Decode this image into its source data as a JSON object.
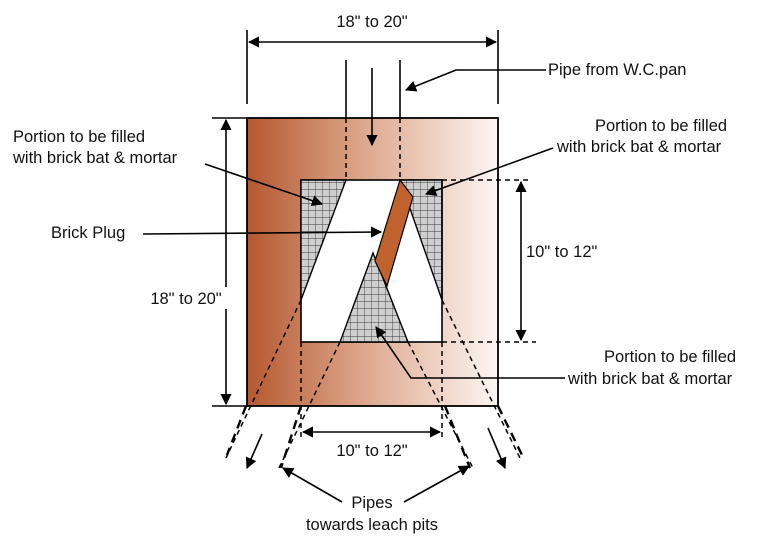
{
  "labels": {
    "top_dim": "18\" to 20\"",
    "pipe_from": "Pipe from W.C.pan",
    "left_fill_1": "Portion to be filled",
    "left_fill_2": "with brick bat & mortar",
    "right_fill_1": "Portion to be filled",
    "right_fill_2": "with brick bat & mortar",
    "brick_plug": "Brick Plug",
    "inner_height_dim": "10\" to 12\"",
    "outer_height_dim": "18\" to 20\"",
    "bottom_fill_1": "Portion to be filled",
    "bottom_fill_2": "with brick bat & mortar",
    "inner_width_dim": "10\" to 12\"",
    "pipes_1": "Pipes",
    "pipes_2": "towards leach pits"
  },
  "colors": {
    "brick": "#b5582f",
    "brick_light": "#fdf6f3",
    "plug": "#c0622e",
    "mesh_bg": "#cfcfcf",
    "mesh_line": "#3a3a3a"
  }
}
